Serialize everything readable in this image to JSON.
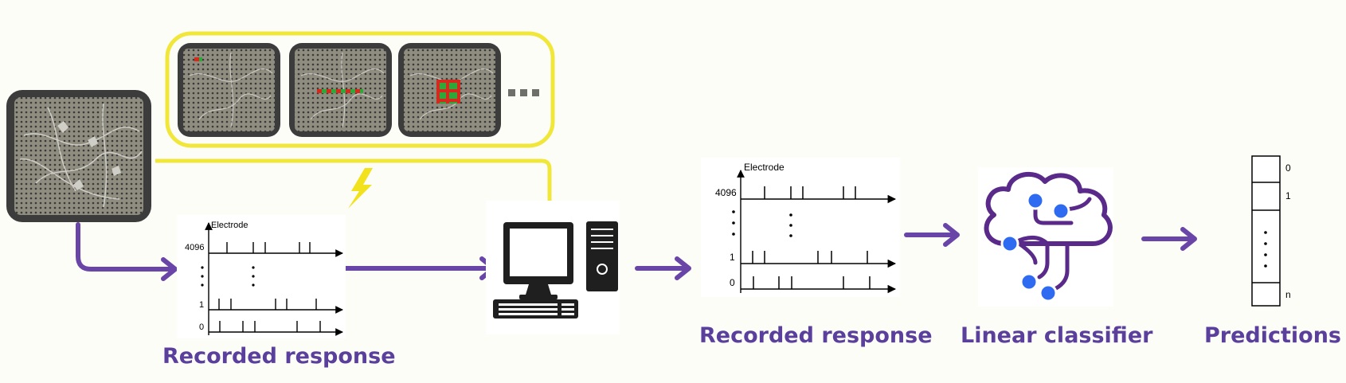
{
  "labels": {
    "recorded_response_1": "Recorded response",
    "recorded_response_2": "Recorded response",
    "linear_classifier": "Linear classifier",
    "predictions": "Predictions"
  },
  "raster": {
    "axis_label": "Electrode",
    "tick_top": "4096",
    "tick_1": "1",
    "tick_0": "0"
  },
  "output_vector": {
    "tick_0": "0",
    "tick_1": "1",
    "tick_n": "n"
  },
  "colors": {
    "arrow": "#6a45a8",
    "frame_yellow": "#f1e73b",
    "bolt": "#f2e21e",
    "brain": "#5a2a8a",
    "node": "#2f6bf0",
    "mea": "#3c3c3c",
    "label": "#5b3f9c"
  }
}
